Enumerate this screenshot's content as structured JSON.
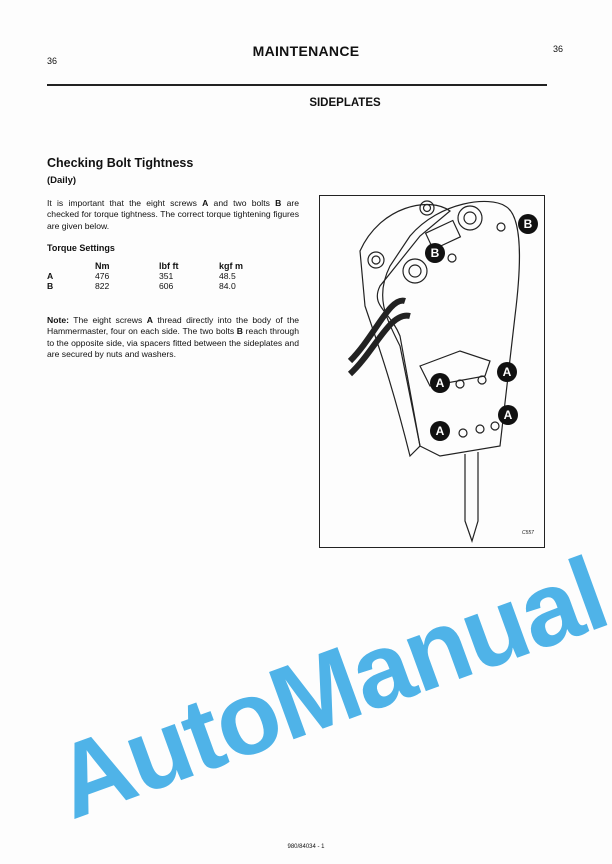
{
  "header": {
    "page_left": "36",
    "title": "MAINTENANCE",
    "page_right": "36"
  },
  "section": "SIDEPLATES",
  "heading": "Checking Bolt Tightness",
  "frequency": "(Daily)",
  "intro": [
    "It is important that the eight screws ",
    "A",
    " and two bolts ",
    "B",
    " are checked for torque tightness. The correct torque tightening figures are given below."
  ],
  "torque": {
    "title": "Torque Settings",
    "columns": [
      "",
      "Nm",
      "lbf ft",
      "kgf m"
    ],
    "rows": [
      [
        "A",
        "476",
        "351",
        "48.5"
      ],
      [
        "B",
        "822",
        "606",
        "84.0"
      ]
    ]
  },
  "note": {
    "label": "Note:",
    "parts": [
      " The eight screws ",
      "A",
      " thread directly into the body of the Hammermaster, four on each side. The two bolts ",
      "B",
      " reach through to the opposite side, via spacers fitted between the sideplates and are secured by  nuts and washers."
    ]
  },
  "figure": {
    "callouts": {
      "a": "A",
      "b": "B"
    },
    "code": "C557"
  },
  "watermark": "AutoManual",
  "footer": "980/84034 - 1"
}
